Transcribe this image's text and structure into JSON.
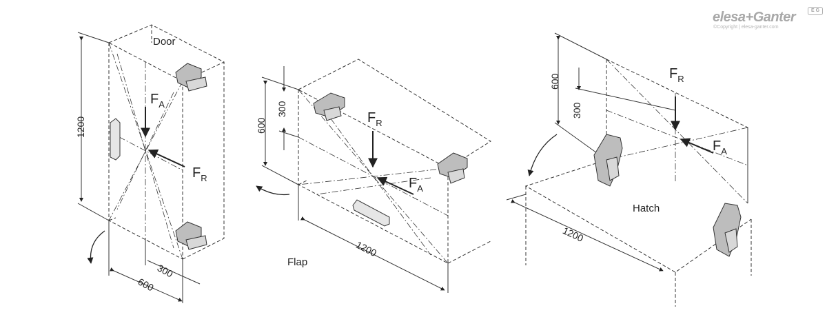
{
  "brand": {
    "name": "elesa+Ganter",
    "copyright": "©Copyright | elesa-ganter.com",
    "badge": "E G"
  },
  "door": {
    "title": "Door",
    "dim_height": "1200",
    "dim_width": "600",
    "dim_offset": "300",
    "force_axial": "F",
    "force_axial_sub": "A",
    "force_radial": "F",
    "force_radial_sub": "R"
  },
  "flap": {
    "title": "Flap",
    "dim_height": "600",
    "dim_offset": "300",
    "dim_width": "1200",
    "force_radial": "F",
    "force_radial_sub": "R",
    "force_axial": "F",
    "force_axial_sub": "A"
  },
  "hatch": {
    "title": "Hatch",
    "dim_height": "600",
    "dim_offset": "300",
    "dim_width": "1200",
    "force_radial": "F",
    "force_radial_sub": "R",
    "force_axial": "F",
    "force_axial_sub": "A"
  }
}
